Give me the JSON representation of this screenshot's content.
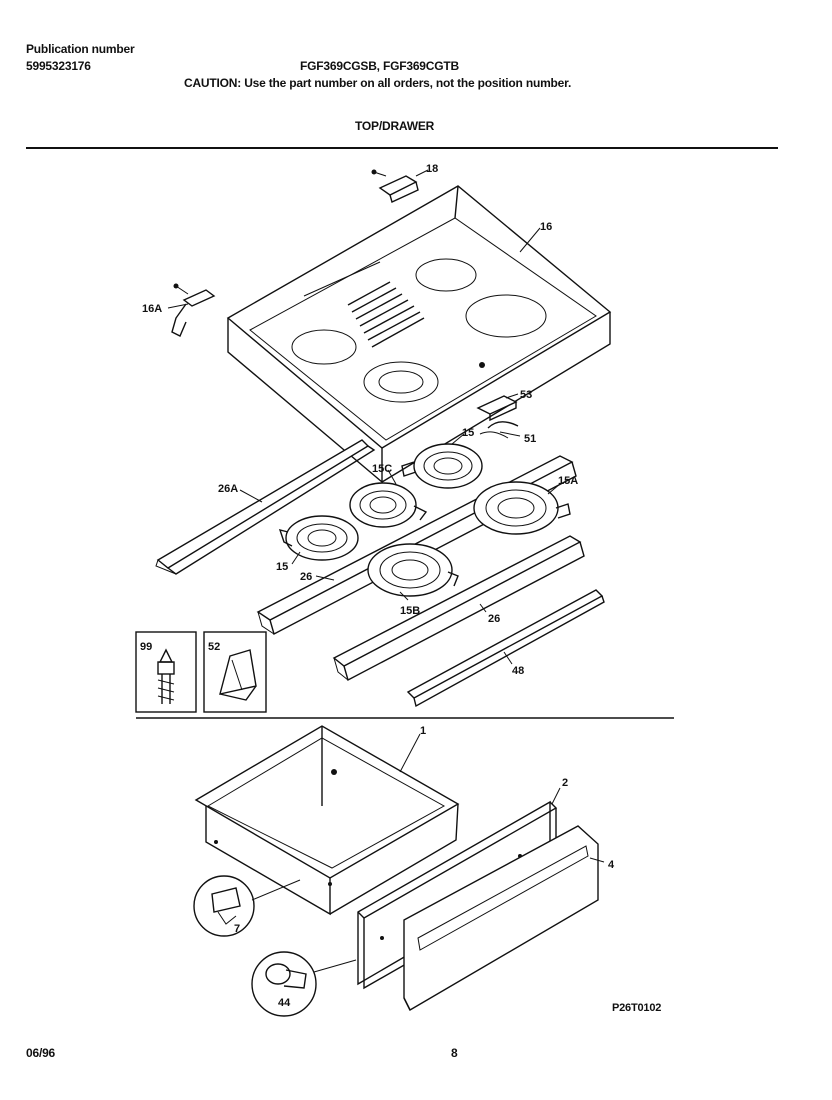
{
  "header": {
    "publication_label": "Publication number",
    "publication_number": "5995323176",
    "models": "FGF369CGSB, FGF369CGTB",
    "caution": "CAUTION:  Use the part number on all orders, not the position number.",
    "section_title": "TOP/DRAWER"
  },
  "callouts": {
    "c18": "18",
    "c16": "16",
    "c16A": "16A",
    "c53": "53",
    "c51": "51",
    "c15top": "15",
    "c15C": "15C",
    "c15A": "15A",
    "c26A": "26A",
    "c15left": "15",
    "c26left": "26",
    "c15B": "15B",
    "c26right": "26",
    "c48": "48",
    "c99": "99",
    "c52": "52",
    "c1": "1",
    "c2": "2",
    "c4": "4",
    "c7": "7",
    "c44": "44"
  },
  "diagram_code": "P26T0102",
  "footer": {
    "date": "06/96",
    "page": "8"
  }
}
